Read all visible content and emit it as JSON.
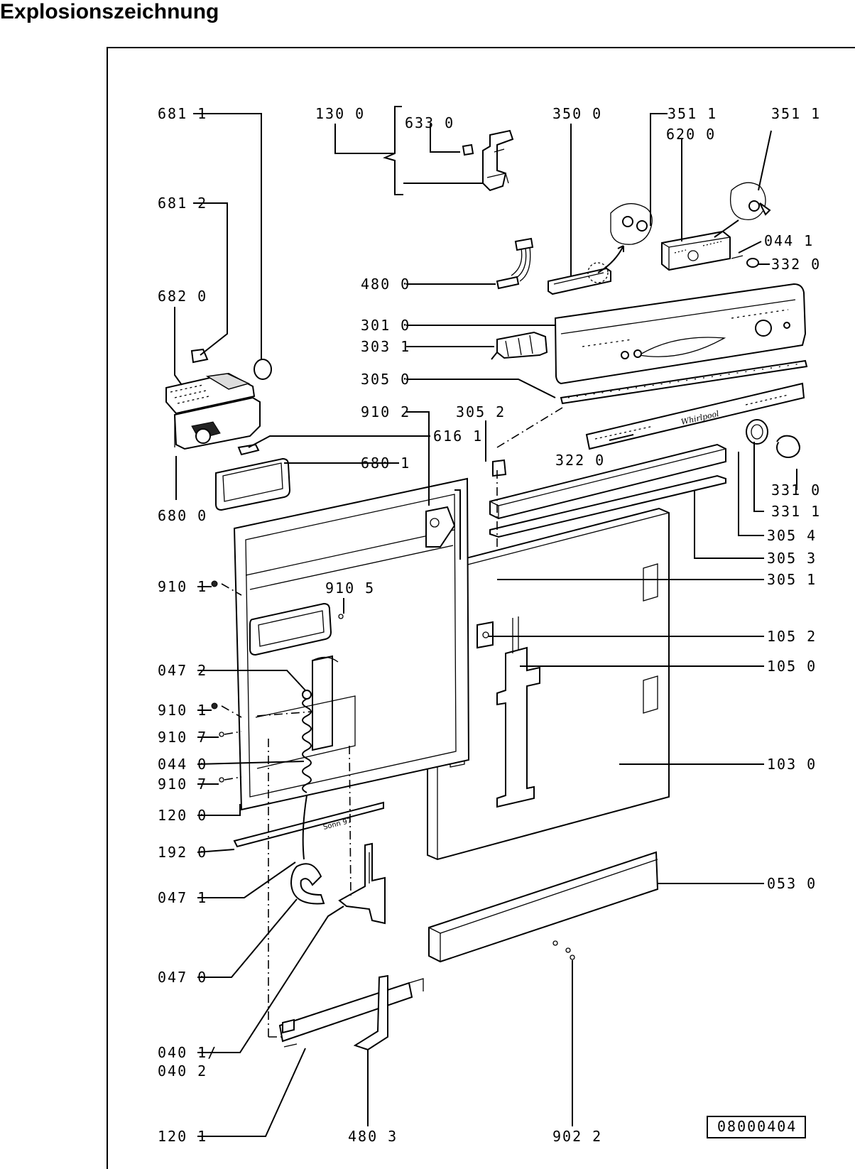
{
  "page": {
    "title": "Explosionszeichnung"
  },
  "labels": {
    "l6811": "681 1",
    "l1300": "130 0",
    "l6330": "633 0",
    "l3500": "350 0",
    "l3511a": "351 1",
    "l6200": "620 0",
    "l3511b": "351 1",
    "l6812": "681 2",
    "l0441": "044 1",
    "l3320": "332 0",
    "l4800": "480 0",
    "l6820": "682 0",
    "l3010": "301 0",
    "l3031": "303 1",
    "l3050": "305 0",
    "l9102": "910 2",
    "l3052": "305 2",
    "l6161": "616 1",
    "l6801": "680 1",
    "l3220": "322 0",
    "l3310": "331 0",
    "l6800": "680 0",
    "l3311": "331 1",
    "l3054": "305 4",
    "l3053": "305 3",
    "l3051": "305 1",
    "l9101a": "910 1",
    "l9105": "910 5",
    "l1052": "105 2",
    "l1050": "105 0",
    "l0472": "047 2",
    "l9101b": "910 1",
    "l9107a": "910 7",
    "l0440": "044 0",
    "l1030": "103 0",
    "l9107b": "910 7",
    "l1200": "120 0",
    "l1920": "192 0",
    "l0471": "047 1",
    "l0530": "053 0",
    "l0470": "047 0",
    "l0401a": "040 1/",
    "l0402": "040 2",
    "l1201": "120 1",
    "l4803": "480 3",
    "l9022": "902 2"
  },
  "panel_text": {
    "brand": "Whirlpool",
    "stamp": "Sonn 97"
  },
  "drawing_number": "08000404"
}
